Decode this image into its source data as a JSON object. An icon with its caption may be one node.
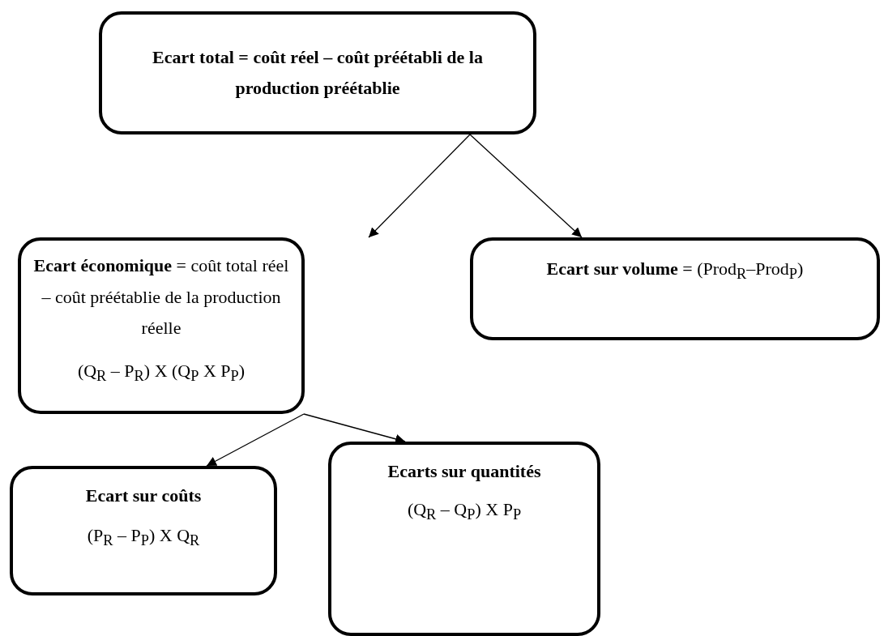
{
  "diagram": {
    "nodes": [
      {
        "text": [
          "Ecart total = coût réel – coût préétabli de la production préétablie"
        ]
      },
      {
        "text": [
          "**Ecart économique** = coût total réel – coût préétablie de la production réelle",
          "(Q$_{R}$ – P$_{R}$) X (Q$_{P}$ X P$_{P}$)"
        ]
      },
      {
        "text": [
          "**Ecart sur volume** = (Prod$_{R}$–Prod$_{P}$)"
        ]
      },
      {
        "text": [
          "Ecart sur coûts",
          "(P$_{R}$ – P$_{P}$) X Q$_{R}$"
        ]
      },
      {
        "text": [
          "Ecarts sur quantités",
          "(Q$_{R}$ – Q$_{P}$) X P$_{P}$"
        ]
      }
    ],
    "edges": [
      {
        "from": 0,
        "to": 1,
        "arrow": "to"
      },
      {
        "from": 0,
        "to": 2,
        "arrow": "to"
      },
      {
        "from": 1,
        "to": 3,
        "arrow": "to"
      },
      {
        "from": 1,
        "to": 4,
        "arrow": "to"
      }
    ]
  }
}
